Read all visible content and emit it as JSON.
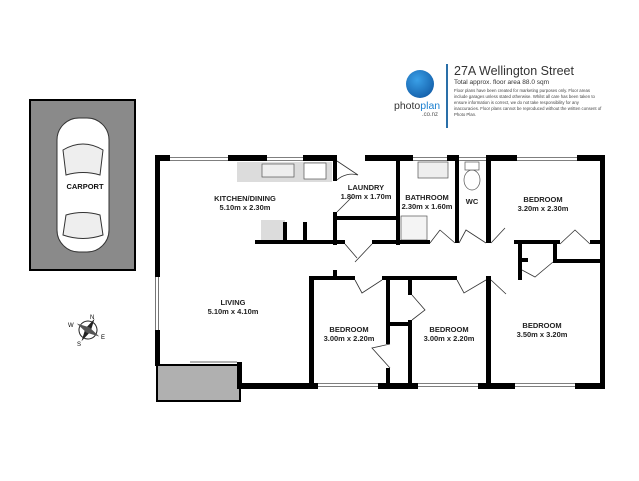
{
  "header": {
    "address": "27A Wellington Street",
    "floor_area": "Total approx. floor area 88.0 sqm",
    "disclaimer": "Floor plans have been created for marketing purposes only. Floor areas include garages unless stated otherwise. Whilst all care has been taken to ensure information is correct, we do not take responsibility for any inaccuracies. Floor plans cannot be reproduced without the written consent of Photo Plan.",
    "logo": {
      "word_a": "photo",
      "word_b": "plan",
      "suffix": ".co.nz",
      "color": "#1a7fd0"
    }
  },
  "rooms": [
    {
      "name": "KITCHEN/DINING",
      "size": "5.10m  x 2.30m"
    },
    {
      "name": "LAUNDRY",
      "size": "1.80m  x 1.70m"
    },
    {
      "name": "BATHROOM",
      "size": "2.30m  x 1.60m"
    },
    {
      "name": "WC",
      "size": ""
    },
    {
      "name": "BEDROOM",
      "size": "3.20m  x 2.30m"
    },
    {
      "name": "LIVING",
      "size": "5.10m  x 4.10m"
    },
    {
      "name": "BEDROOM",
      "size": "3.00m  x 2.20m"
    },
    {
      "name": "BEDROOM",
      "size": "3.00m  x 2.20m"
    },
    {
      "name": "BEDROOM",
      "size": "3.50m  x 3.20m"
    },
    {
      "name": "CARPORT",
      "size": ""
    }
  ],
  "compass": {
    "n": "N",
    "e": "E",
    "s": "S",
    "w": "W"
  },
  "colors": {
    "wall": "#000000",
    "carport": "#8a8a8a",
    "fixture": "#dcdcdc"
  }
}
